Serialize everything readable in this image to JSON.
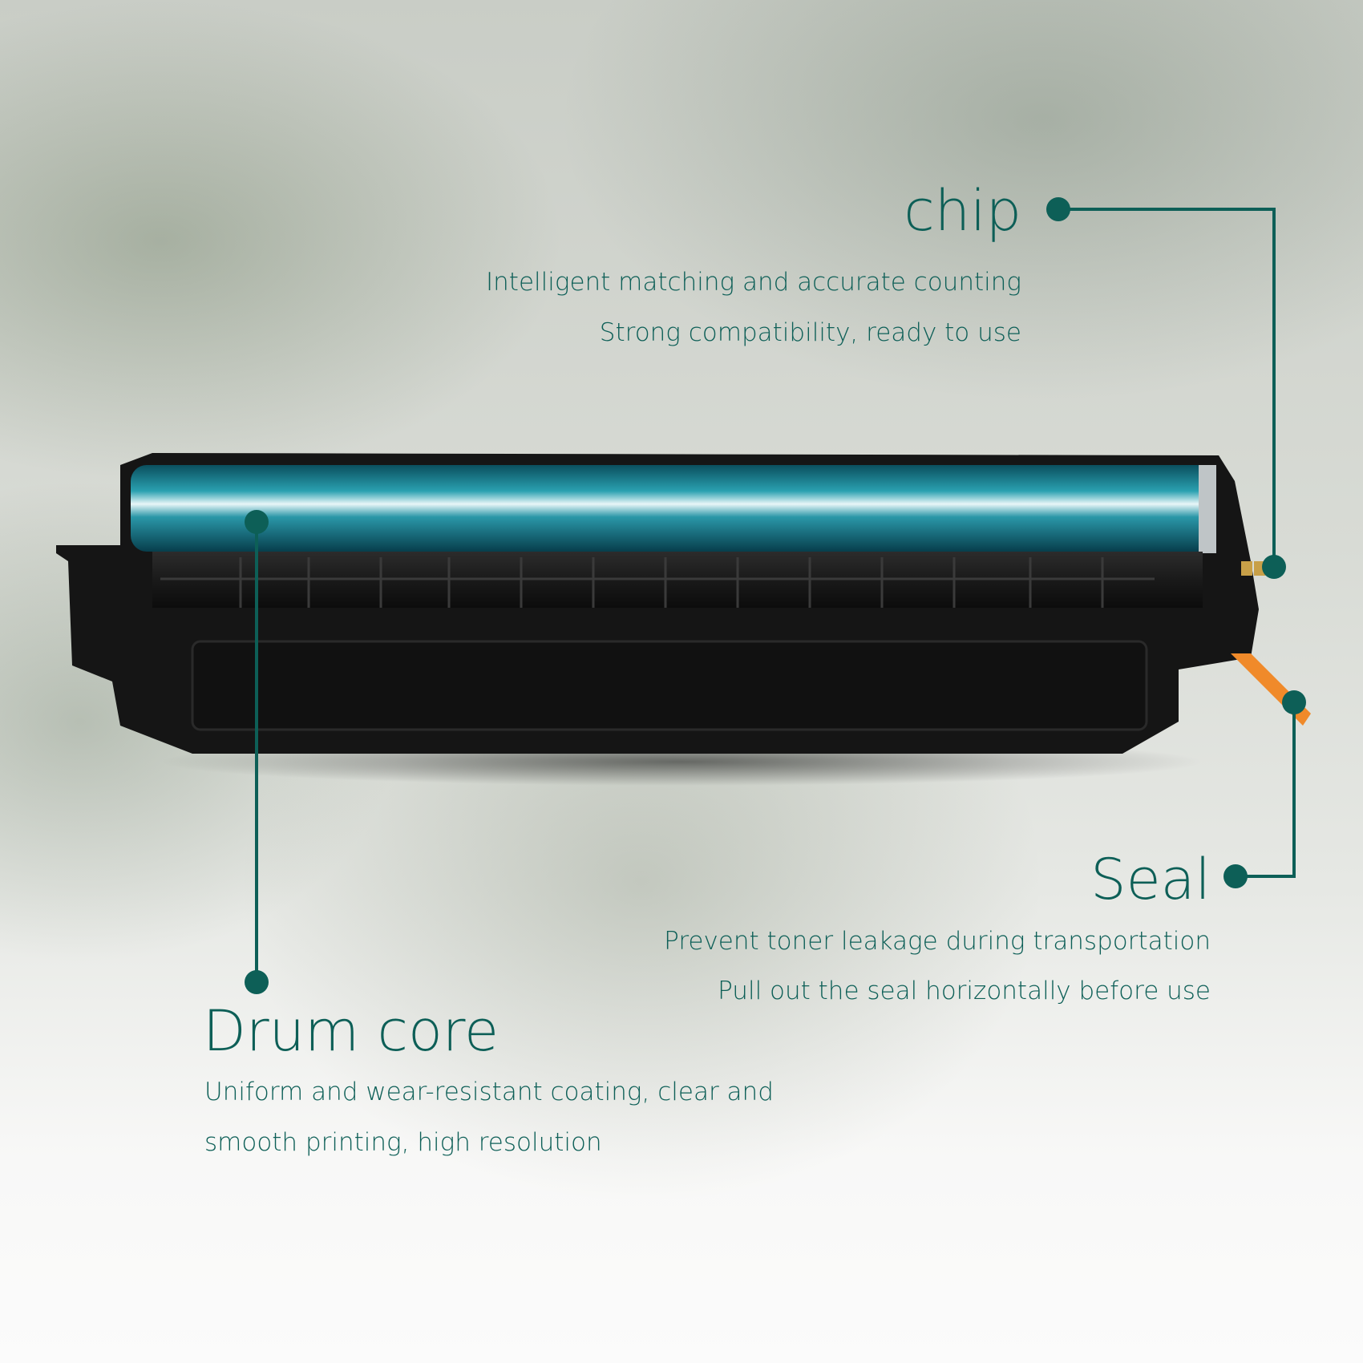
{
  "colors": {
    "accent": "#0d5f57",
    "drum": "#0f7d8e"
  },
  "features": [
    {
      "title": "chip",
      "lines": [
        "Intelligent matching and accurate counting",
        "Strong compatibility, ready to use"
      ]
    },
    {
      "title": "Seal",
      "lines": [
        "Prevent toner leakage during transportation",
        "Pull out the seal horizontally before use"
      ]
    },
    {
      "title": "Drum core",
      "lines": [
        "Uniform and wear-resistant coating, clear and",
        "smooth printing, high resolution"
      ]
    }
  ]
}
